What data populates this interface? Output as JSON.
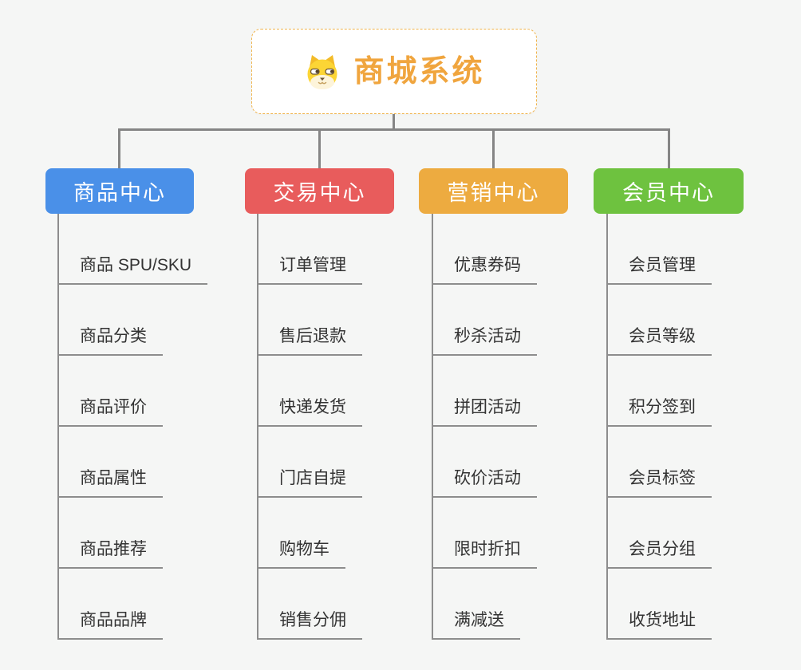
{
  "page": {
    "background": "#f5f6f5",
    "connector_color": "#858585"
  },
  "root": {
    "title": "商城系统",
    "icon": "dog-logo-icon",
    "title_color": "#f0a53e",
    "border_color": "#f0b44e"
  },
  "branches": [
    {
      "label": "商品中心",
      "color": "#4a90e8",
      "children": [
        "商品 SPU/SKU",
        "商品分类",
        "商品评价",
        "商品属性",
        "商品推荐",
        "商品品牌"
      ]
    },
    {
      "label": "交易中心",
      "color": "#e85c5c",
      "children": [
        "订单管理",
        "售后退款",
        "快递发货",
        "门店自提",
        "购物车",
        "销售分佣"
      ]
    },
    {
      "label": "营销中心",
      "color": "#edab40",
      "children": [
        "优惠券码",
        "秒杀活动",
        "拼团活动",
        "砍价活动",
        "限时折扣",
        "满减送"
      ]
    },
    {
      "label": "会员中心",
      "color": "#6ec23f",
      "children": [
        "会员管理",
        "会员等级",
        "积分签到",
        "会员标签",
        "会员分组",
        "收货地址"
      ]
    }
  ]
}
